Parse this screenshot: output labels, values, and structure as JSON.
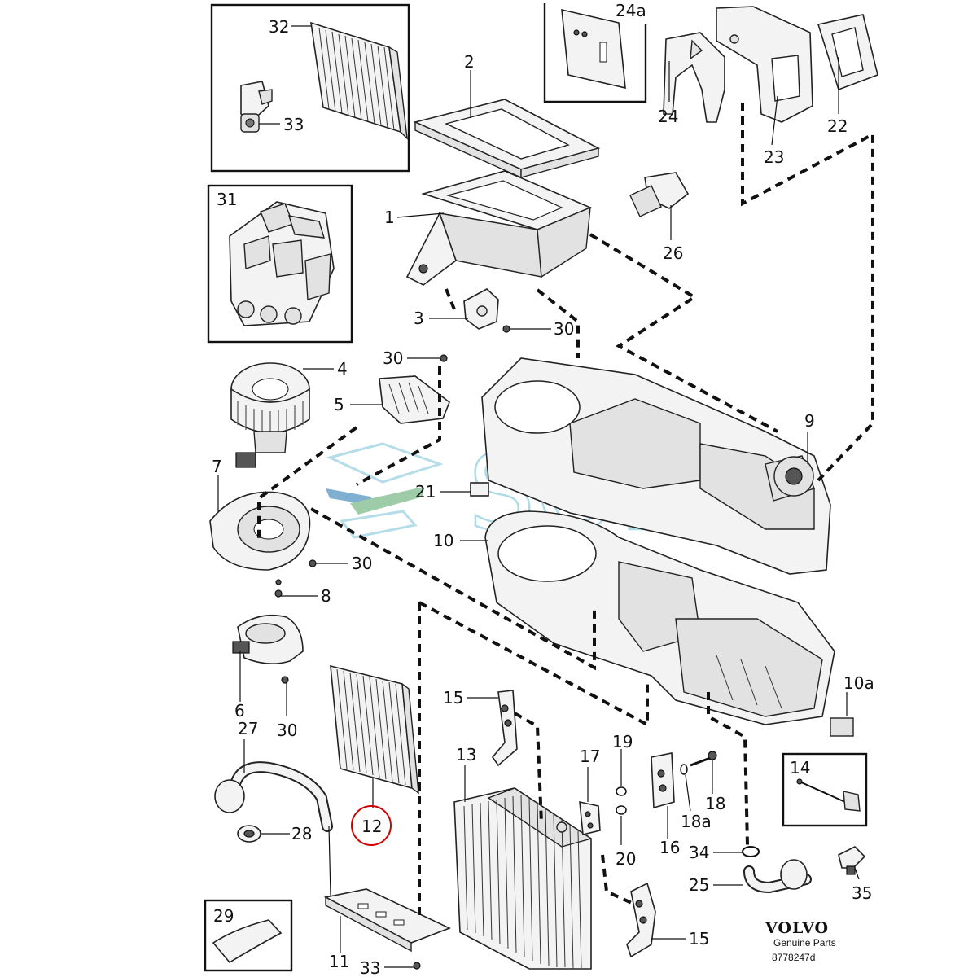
{
  "diagram": {
    "callouts": {
      "c1": "1",
      "c2": "2",
      "c3": "3",
      "c4": "4",
      "c5": "5",
      "c6": "6",
      "c7": "7",
      "c8": "8",
      "c9": "9",
      "c10": "10",
      "c10a": "10a",
      "c11": "11",
      "c12": "12",
      "c13": "13",
      "c14": "14",
      "c15a": "15",
      "c15b": "15",
      "c16": "16",
      "c17": "17",
      "c18": "18",
      "c18a": "18a",
      "c19": "19",
      "c20": "20",
      "c21": "21",
      "c22": "22",
      "c23": "23",
      "c24": "24",
      "c24a": "24a",
      "c25": "25",
      "c26": "26",
      "c27": "27",
      "c28": "28",
      "c29": "29",
      "c30a": "30",
      "c30b": "30",
      "c30c": "30",
      "c30d": "30",
      "c31": "31",
      "c32": "32",
      "c33a": "33",
      "c33b": "33",
      "c34": "34",
      "c35": "35"
    },
    "watermark": "SOL",
    "brand": {
      "logo": "VOLVO",
      "tagline": "Genuine Parts",
      "part_number": "8778247d"
    },
    "highlight_color": "#d40000",
    "watermark_color": "#a7d7e6"
  }
}
